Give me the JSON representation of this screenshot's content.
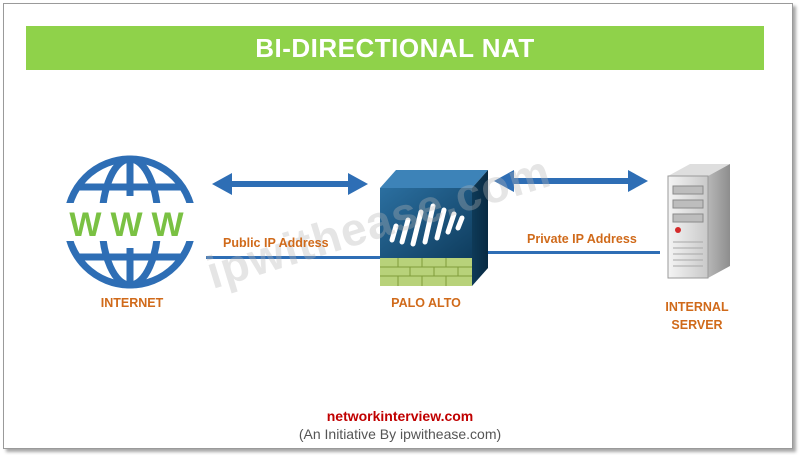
{
  "title": "BI-DIRECTIONAL NAT",
  "nodes": {
    "internet": {
      "label": "INTERNET",
      "globe_text": "WWW"
    },
    "firewall": {
      "label": "PALO ALTO"
    },
    "server": {
      "label_line1": "INTERNAL",
      "label_line2": "SERVER"
    }
  },
  "links": {
    "public": "Public IP Address",
    "private": "Private IP Address"
  },
  "footer": {
    "site": "networkinterview.com",
    "subtitle": "(An Initiative By ipwithease.com)"
  },
  "watermark": "ipwithease.com",
  "colors": {
    "banner": "#8fd24a",
    "arrow": "#2e6eb5",
    "label": "#d06a1a",
    "globe": "#2e6eb5",
    "globe_text": "#7ac143",
    "footer_site": "#c00000"
  }
}
